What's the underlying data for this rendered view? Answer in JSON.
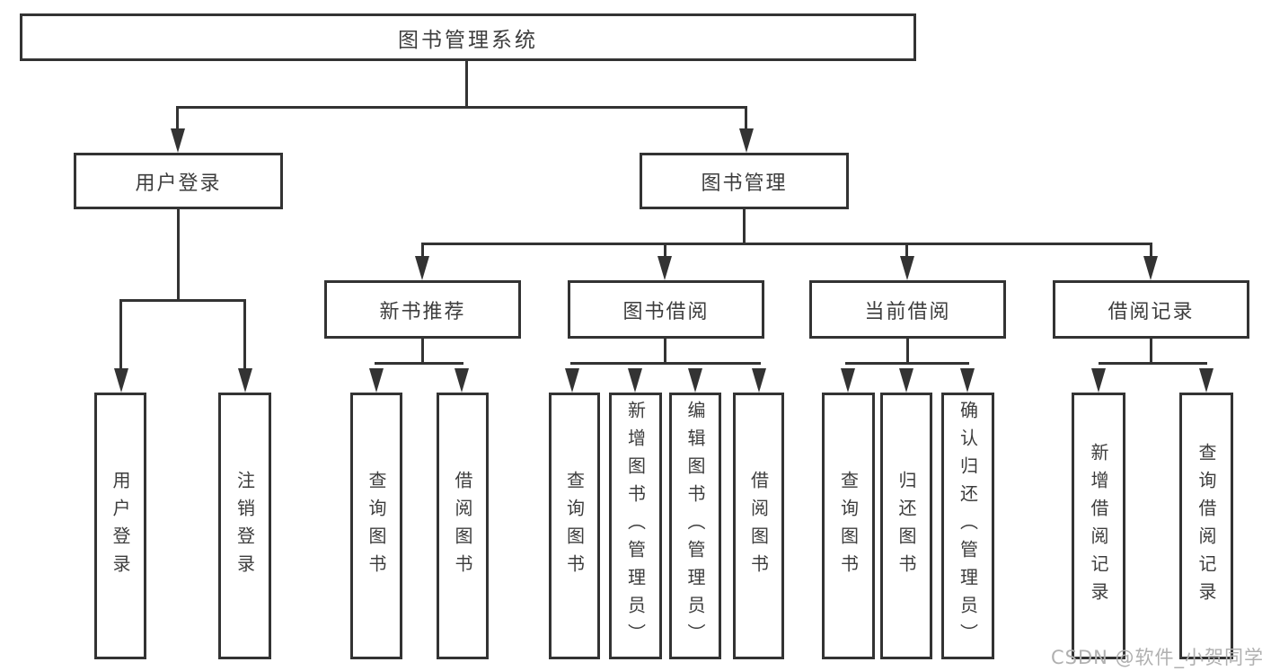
{
  "diagram": {
    "type": "tree",
    "title": "图书管理系统",
    "colors": {
      "line": "#333333",
      "box_border": "#333333",
      "text": "#3d3d3d",
      "box_background": "#ffffff",
      "page_background": "#ffffff",
      "watermark": "#b0b0b0"
    },
    "root": {
      "label": "图书管理系统"
    },
    "level2": [
      {
        "label": "用户登录"
      },
      {
        "label": "图书管理"
      }
    ],
    "level3": [
      {
        "label": "新书推荐"
      },
      {
        "label": "图书借阅"
      },
      {
        "label": "当前借阅"
      },
      {
        "label": "借阅记录"
      }
    ],
    "leaves": {
      "user_login": [
        {
          "label": "用户登录"
        },
        {
          "label": "注销登录"
        }
      ],
      "new_book_recommend": [
        {
          "label": "查询图书"
        },
        {
          "label": "借阅图书"
        }
      ],
      "book_borrow": [
        {
          "label": "查询图书"
        },
        {
          "label": "新增图书（管理员）"
        },
        {
          "label": "编辑图书（管理员）"
        },
        {
          "label": "借阅图书"
        }
      ],
      "current_borrow": [
        {
          "label": "查询图书"
        },
        {
          "label": "归还图书"
        },
        {
          "label": "确认归还（管理员）"
        }
      ],
      "borrow_records": [
        {
          "label": "新增借阅记录"
        },
        {
          "label": "查询借阅记录"
        }
      ]
    }
  },
  "watermark": {
    "text": "CSDN @软件_小贺同学"
  }
}
